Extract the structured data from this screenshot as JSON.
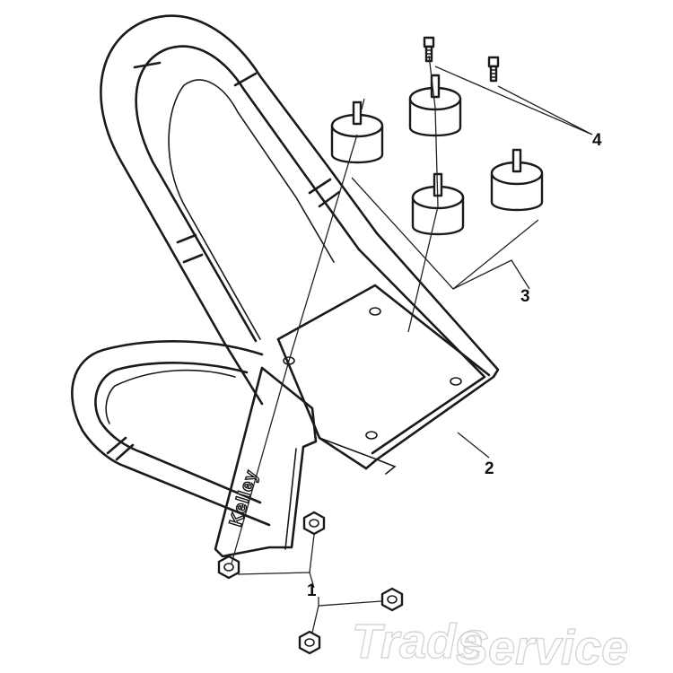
{
  "callouts": [
    {
      "id": "1",
      "label": "1"
    },
    {
      "id": "2",
      "label": "2"
    },
    {
      "id": "3",
      "label": "3"
    },
    {
      "id": "4",
      "label": "4"
    }
  ],
  "brand_text": "Kelley",
  "watermark": {
    "word1": "Trade",
    "word2": "Service"
  },
  "parts": [
    {
      "callout": "1",
      "icon": "hex-nut-icon",
      "count": 4
    },
    {
      "callout": "2",
      "icon": "step-bracket-icon",
      "count": 1
    },
    {
      "callout": "3",
      "icon": "rubber-mount-icon",
      "count": 4
    },
    {
      "callout": "4",
      "icon": "bolt-icon",
      "count": 2
    }
  ]
}
